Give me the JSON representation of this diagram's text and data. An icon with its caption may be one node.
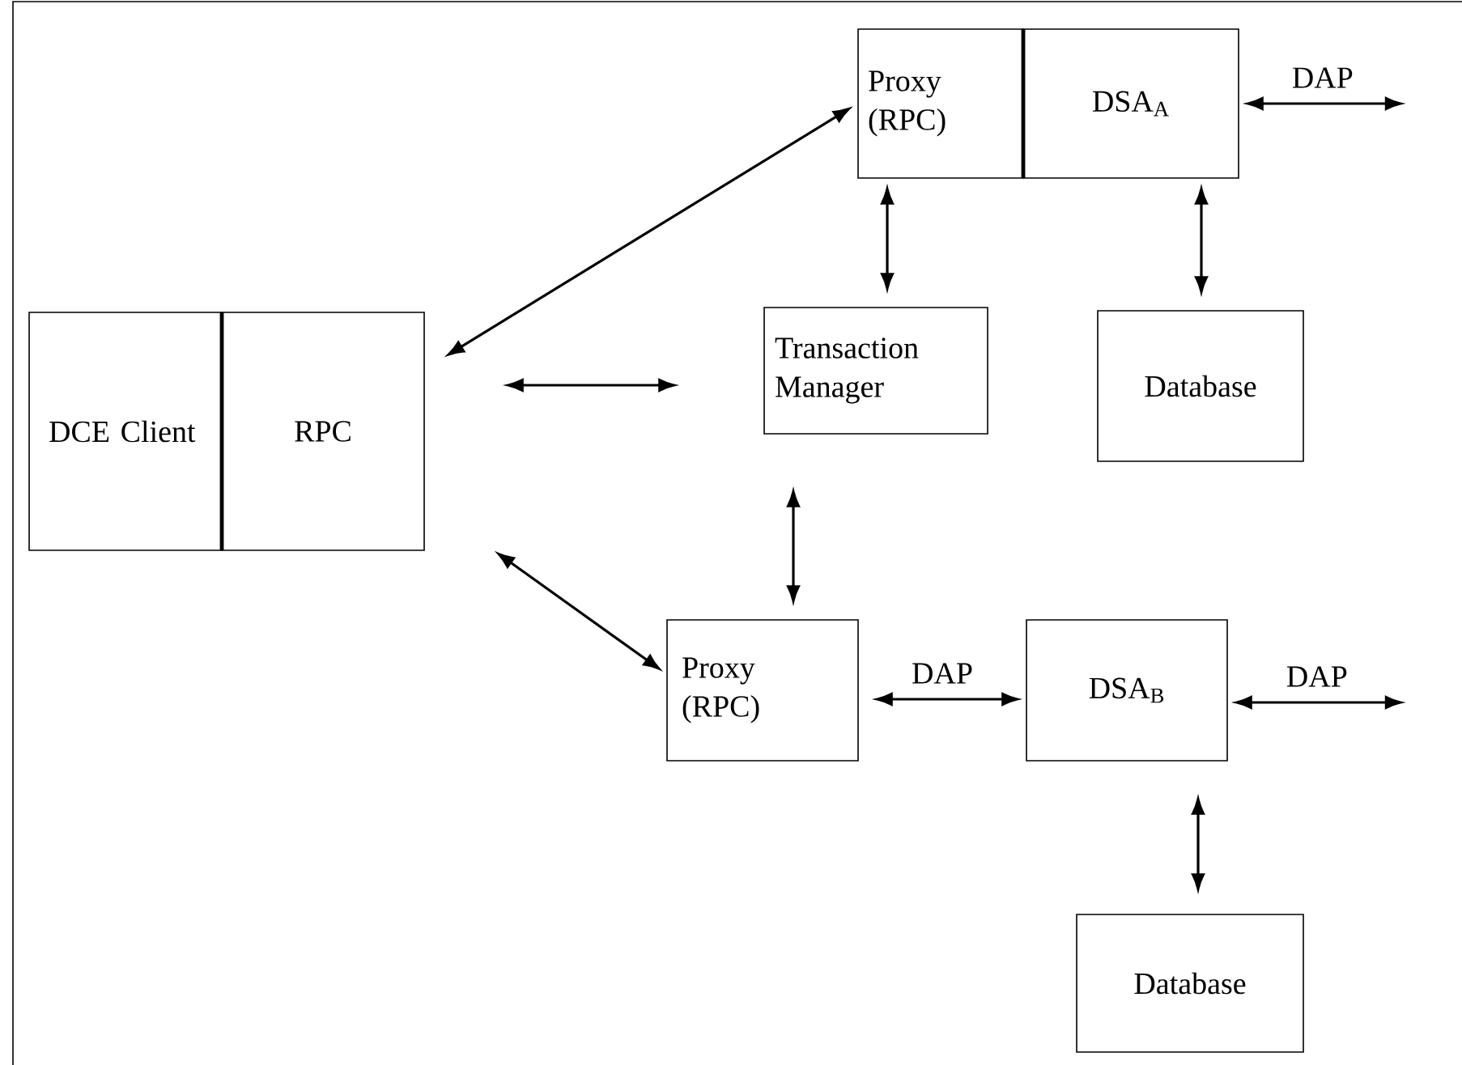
{
  "diagram": {
    "nodes": [
      {
        "text": [
          "DCE Client"
        ]
      },
      {
        "text": [
          "RPC"
        ]
      },
      {
        "text": [
          "Proxy (RPC)"
        ]
      },
      {
        "text": [
          "DSA$_{A}$"
        ]
      },
      {
        "text": [
          "Transaction Manager"
        ]
      },
      {
        "text": [
          "Database"
        ]
      },
      {
        "text": [
          "Proxy (RPC)"
        ]
      },
      {
        "text": [
          "DSA$_{B}$"
        ]
      },
      {
        "text": [
          "Database"
        ]
      }
    ],
    "edges": [
      {
        "from": 1,
        "to": 2,
        "arrow": "both"
      },
      {
        "from": 1,
        "to": 4,
        "arrow": "both"
      },
      {
        "from": 1,
        "to": 6,
        "arrow": "both"
      },
      {
        "from": 2,
        "to": 4,
        "arrow": "both"
      },
      {
        "from": 3,
        "to": 5,
        "arrow": "both"
      },
      {
        "from": 3,
        "to": null,
        "arrow": "both",
        "label": "DAP"
      },
      {
        "from": 4,
        "to": 6,
        "arrow": "both"
      },
      {
        "from": 6,
        "to": 7,
        "arrow": "both",
        "label": "DAP"
      },
      {
        "from": 7,
        "to": null,
        "arrow": "both",
        "label": "DAP"
      },
      {
        "from": 7,
        "to": 8,
        "arrow": "both"
      }
    ]
  }
}
